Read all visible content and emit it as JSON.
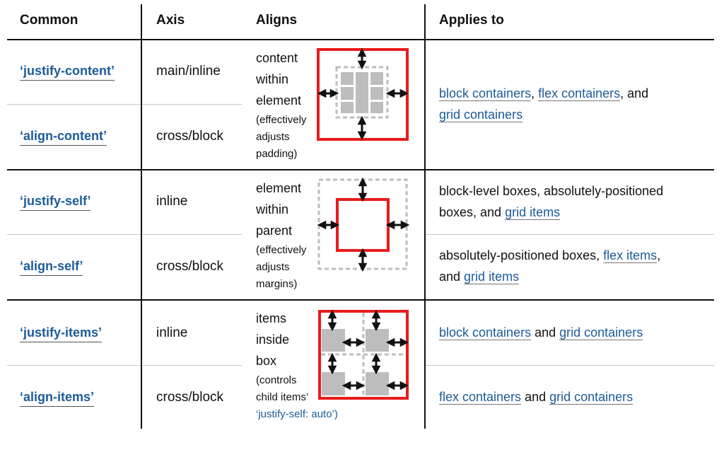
{
  "headers": {
    "common": "Common",
    "axis": "Axis",
    "aligns": "Aligns",
    "applies_to": "Applies to"
  },
  "rows": [
    {
      "props": [
        {
          "name": "‘justify-content’",
          "axis": "main/inline"
        },
        {
          "name": "‘align-content’",
          "axis": "cross/block"
        }
      ],
      "aligns": {
        "line1": "content",
        "line2": "within",
        "line3": "element",
        "sub1": "(effectively",
        "sub2": "adjusts",
        "sub3": "padding)"
      },
      "applies": [
        {
          "link1": "block containers",
          "sep1": ", ",
          "link2": "flex containers",
          "sep2": ", and",
          "link3": "grid containers"
        }
      ]
    },
    {
      "props": [
        {
          "name": "‘justify-self’",
          "axis": "inline"
        },
        {
          "name": "‘align-self’",
          "axis": "cross/block"
        }
      ],
      "aligns": {
        "line1": "element",
        "line2": "within",
        "line3": "parent",
        "sub1": "(effectively",
        "sub2": "adjusts",
        "sub3": "margins)"
      },
      "applies": [
        {
          "text1": "block-level boxes, absolutely-positioned",
          "text2": "boxes, and ",
          "link1": "grid items"
        },
        {
          "text1": "absolutely-positioned boxes, ",
          "link1": "flex items",
          "sep1": ",",
          "text2": "and ",
          "link2": "grid items"
        }
      ]
    },
    {
      "props": [
        {
          "name": "‘justify-items’",
          "axis": "inline"
        },
        {
          "name": "‘align-items’",
          "axis": "cross/block"
        }
      ],
      "aligns": {
        "line1": "items",
        "line2": "inside",
        "line3": "box",
        "sub1": "(controls",
        "sub2": "child items’",
        "link": "‘justify-self: auto’)"
      },
      "applies": [
        {
          "link1": "block containers",
          "sep1": " and ",
          "link2": "grid containers"
        },
        {
          "link1": "flex containers",
          "sep1": " and ",
          "link2": "grid containers"
        }
      ]
    }
  ],
  "colors": {
    "accent_red": "#e81c1c",
    "link_blue": "#1d5b98",
    "item_gray": "#bdbdbd",
    "dash_gray": "#bdbdbd"
  }
}
